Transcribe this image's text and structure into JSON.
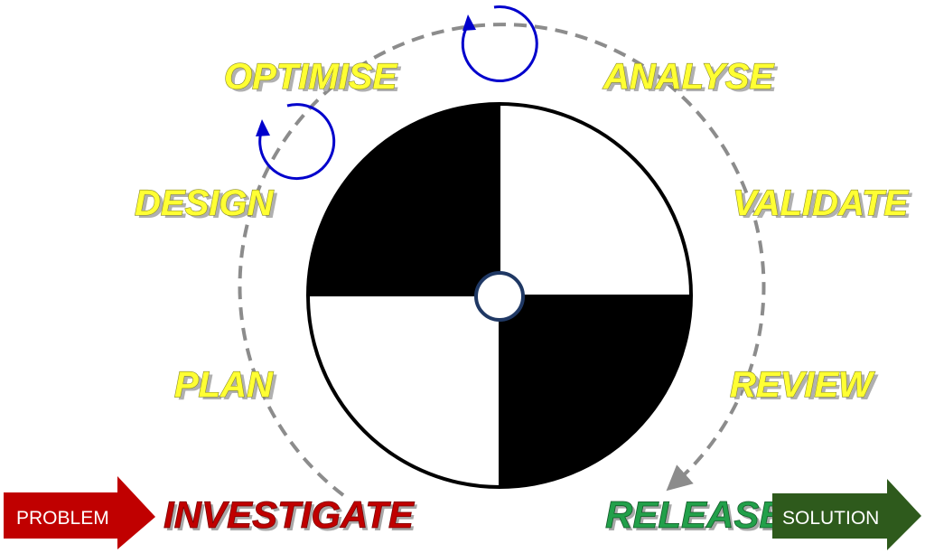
{
  "stages": {
    "optimise": "OPTIMISE",
    "analyse": "ANALYSE",
    "design": "DESIGN",
    "validate": "VALIDATE",
    "plan": "PLAN",
    "review": "REVIEW"
  },
  "start": {
    "arrow_label": "PROBLEM",
    "phase": "INVESTIGATE",
    "arrow_color": "#c00000",
    "phase_color": "#c00000"
  },
  "end": {
    "arrow_label": "SOLUTION",
    "phase": "RELEASE",
    "arrow_color": "#2e5a1c",
    "phase_color": "#22a04a"
  },
  "colors": {
    "stage_text": "#ffff33",
    "cycle_path": "#8c8c8c",
    "loop_arrows": "#0000cc",
    "quadrant_dark": "#000000",
    "quadrant_light": "#ffffff",
    "center_ring": "#1f3864"
  }
}
